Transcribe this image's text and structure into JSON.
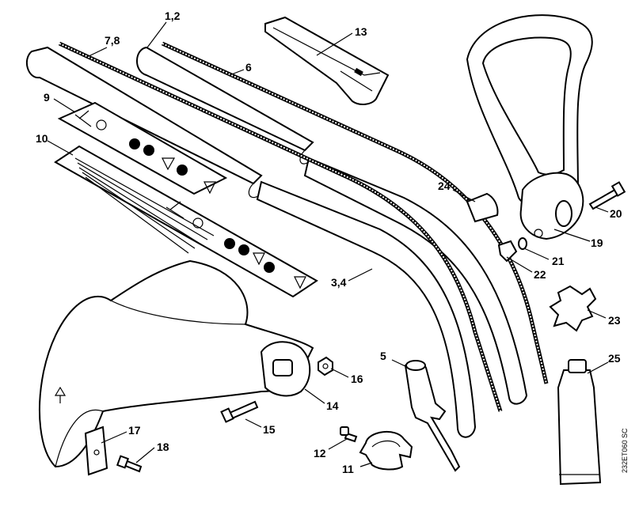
{
  "diagram_code": "232ET060 SC",
  "callouts": [
    {
      "id": "c-1-2",
      "text": "1,2"
    },
    {
      "id": "c-7-8",
      "text": "7,8"
    },
    {
      "id": "c-13",
      "text": "13"
    },
    {
      "id": "c-6",
      "text": "6"
    },
    {
      "id": "c-9",
      "text": "9"
    },
    {
      "id": "c-10",
      "text": "10"
    },
    {
      "id": "c-24",
      "text": "24"
    },
    {
      "id": "c-20",
      "text": "20"
    },
    {
      "id": "c-19",
      "text": "19"
    },
    {
      "id": "c-21",
      "text": "21"
    },
    {
      "id": "c-22",
      "text": "22"
    },
    {
      "id": "c-3-4",
      "text": "3,4"
    },
    {
      "id": "c-23",
      "text": "23"
    },
    {
      "id": "c-5",
      "text": "5"
    },
    {
      "id": "c-16",
      "text": "16"
    },
    {
      "id": "c-25",
      "text": "25"
    },
    {
      "id": "c-14",
      "text": "14"
    },
    {
      "id": "c-15",
      "text": "15"
    },
    {
      "id": "c-17",
      "text": "17"
    },
    {
      "id": "c-18",
      "text": "18"
    },
    {
      "id": "c-12",
      "text": "12"
    },
    {
      "id": "c-11",
      "text": "11"
    }
  ]
}
